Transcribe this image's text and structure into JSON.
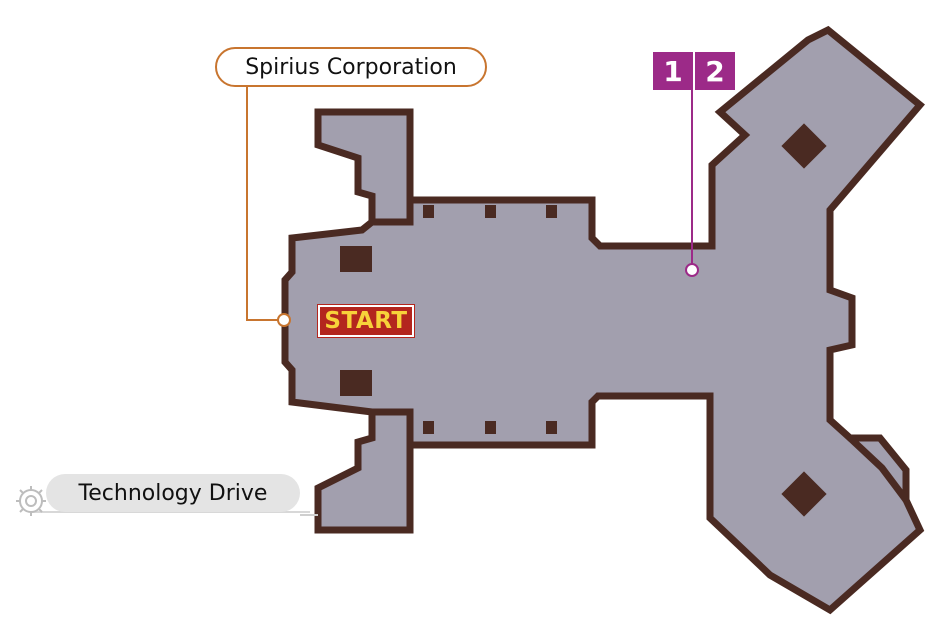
{
  "map": {
    "company_label": "Spirius Corporation",
    "street_label": "Technology Drive",
    "start_label": "START",
    "levels": [
      "1",
      "2"
    ],
    "colors": {
      "floor": "#a29fae",
      "wall": "#4a2a22",
      "company_accent": "#c8752f",
      "level_accent": "#9c2a88",
      "start_bg": "#b3261e",
      "start_text": "#f7d23a"
    },
    "icons": [
      "gear-icon",
      "location-dot-icon"
    ]
  }
}
